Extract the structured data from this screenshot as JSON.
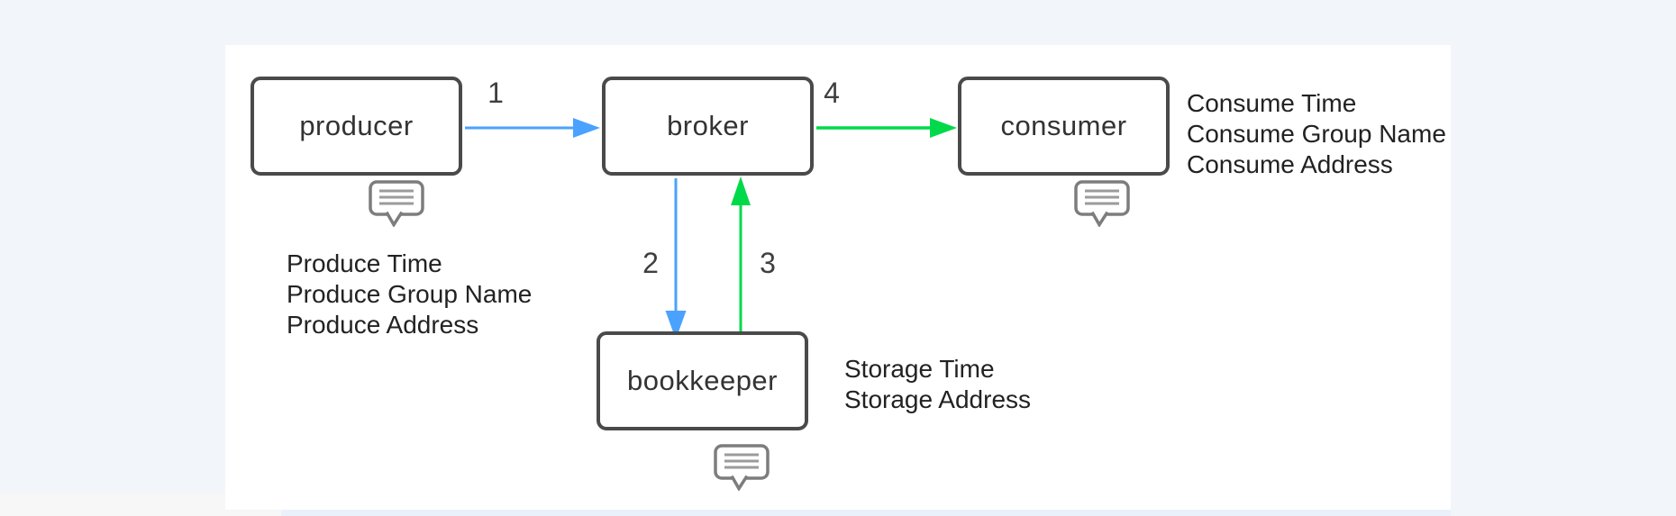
{
  "diagram": {
    "description": "message flow diagram",
    "nodes": {
      "producer": {
        "label": "producer"
      },
      "broker": {
        "label": "broker"
      },
      "consumer": {
        "label": "consumer"
      },
      "bookkeeper": {
        "label": "bookkeeper"
      }
    },
    "edges": {
      "producer_to_broker": {
        "label": "1",
        "color_name": "blue",
        "direction": "right"
      },
      "broker_to_bookkeeper": {
        "label": "2",
        "color_name": "blue",
        "direction": "down"
      },
      "bookkeeper_to_broker": {
        "label": "3",
        "color_name": "green",
        "direction": "up"
      },
      "broker_to_consumer": {
        "label": "4",
        "color_name": "green",
        "direction": "right"
      }
    },
    "annotations": {
      "produce": {
        "lines": [
          "Produce Time",
          "Produce Group Name",
          "Produce Address"
        ]
      },
      "consume": {
        "lines": [
          "Consume Time",
          "Consume Group Name",
          "Consume Address"
        ]
      },
      "storage": {
        "lines": [
          "Storage Time",
          "Storage Address"
        ]
      }
    },
    "icons": {
      "comment_bubble": "comment-bubble-icon"
    }
  },
  "colors": {
    "page_bg": "#f2f5f9",
    "panel_bg": "#ffffff",
    "node_border": "#4a4a4a",
    "node_text": "#333333",
    "edge_blue": "#4aa2fe",
    "edge_green": "#00d94a",
    "edge_label_text": "#3f3f3f",
    "annotation_text": "#222222",
    "bubble_border": "#7d7d7d",
    "bubble_lines": "#9b9b9b"
  }
}
